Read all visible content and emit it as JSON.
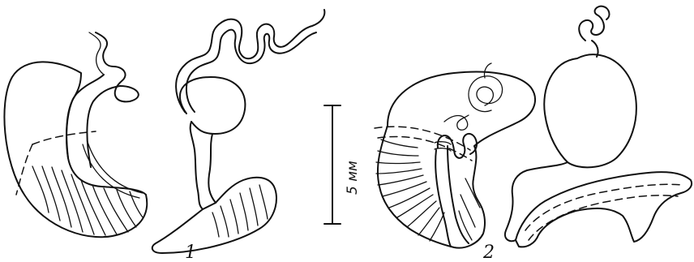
{
  "figure": {
    "labels": {
      "fig1": "1",
      "fig2": "2"
    },
    "scale_bar": {
      "text": "5 мм"
    }
  }
}
